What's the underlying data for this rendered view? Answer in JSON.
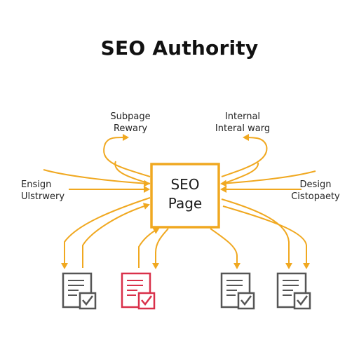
{
  "title": "SEO Authority",
  "center_node": {
    "line1": "SEO",
    "line2": "Page"
  },
  "labels": {
    "top_left": {
      "line1": "Subpage",
      "line2": "Rewary"
    },
    "top_right": {
      "line1": "Internal",
      "line2": "Interal warg"
    },
    "mid_left": {
      "line1": "Ensign",
      "line2": "Ulstrwery"
    },
    "mid_right": {
      "line1": "Design",
      "line2": "Cistopaety"
    }
  },
  "colors": {
    "arrow": "#f0a820",
    "node_border": "#f0a820",
    "doc_default": "#555555",
    "doc_highlight": "#d9304a"
  },
  "documents": [
    {
      "icon": "document-check-icon",
      "highlighted": false
    },
    {
      "icon": "document-check-icon",
      "highlighted": true
    },
    {
      "icon": "document-check-icon",
      "highlighted": false
    },
    {
      "icon": "document-check-icon",
      "highlighted": false
    }
  ]
}
